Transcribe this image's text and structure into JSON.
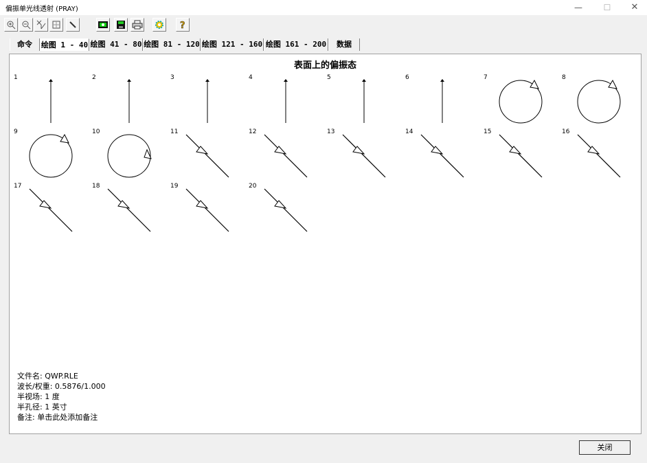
{
  "window": {
    "title": "偏振单光线透射 (PRAY)",
    "minimize": "—",
    "maximize": "☐",
    "close": "✕"
  },
  "toolbar": {
    "buttons": [
      {
        "name": "zoom-in-icon",
        "glyph": "⊕"
      },
      {
        "name": "zoom-out-icon",
        "glyph": "⊖"
      },
      {
        "name": "axes-icon",
        "glyph": "⤢"
      },
      {
        "name": "fit-icon",
        "glyph": "⊡"
      },
      {
        "name": "pen-icon",
        "glyph": "✎"
      },
      {
        "name": "camera-icon",
        "glyph": "▣"
      },
      {
        "name": "save-icon",
        "glyph": "▪"
      },
      {
        "name": "print-icon",
        "glyph": "⎙"
      },
      {
        "name": "settings-icon",
        "glyph": "✺"
      },
      {
        "name": "help-icon",
        "glyph": "?"
      }
    ]
  },
  "tabs": [
    {
      "label": "命令"
    },
    {
      "label": "绘图 1 - 40"
    },
    {
      "label": "绘图 41 - 80"
    },
    {
      "label": "绘图 81 - 120"
    },
    {
      "label": "绘图 121 - 160"
    },
    {
      "label": "绘图 161 - 200"
    },
    {
      "label": "数据"
    }
  ],
  "active_tab": "绘图 1 - 40",
  "plot": {
    "title": "表面上的偏振态",
    "cells": [
      {
        "n": "1",
        "type": "linear-vertical"
      },
      {
        "n": "2",
        "type": "linear-vertical"
      },
      {
        "n": "3",
        "type": "linear-vertical"
      },
      {
        "n": "4",
        "type": "linear-vertical"
      },
      {
        "n": "5",
        "type": "linear-vertical"
      },
      {
        "n": "6",
        "type": "linear-vertical"
      },
      {
        "n": "7",
        "type": "circular"
      },
      {
        "n": "8",
        "type": "circular"
      },
      {
        "n": "9",
        "type": "circular"
      },
      {
        "n": "10",
        "type": "circular-right"
      },
      {
        "n": "11",
        "type": "linear-diagonal"
      },
      {
        "n": "12",
        "type": "linear-diagonal"
      },
      {
        "n": "13",
        "type": "linear-diagonal"
      },
      {
        "n": "14",
        "type": "linear-diagonal"
      },
      {
        "n": "15",
        "type": "linear-diagonal"
      },
      {
        "n": "16",
        "type": "linear-diagonal"
      },
      {
        "n": "17",
        "type": "linear-diagonal"
      },
      {
        "n": "18",
        "type": "linear-diagonal"
      },
      {
        "n": "19",
        "type": "linear-diagonal"
      },
      {
        "n": "20",
        "type": "linear-diagonal"
      }
    ]
  },
  "info": {
    "filename": "文件名:  QWP.RLE",
    "wavelength": "波长/权重:  0.5876/1.000",
    "half_field": "半视场:  1  度",
    "half_aperture": "半孔径:  1  英寸",
    "note": "备注:  单击此处添加备注"
  },
  "close_button": "关闭"
}
